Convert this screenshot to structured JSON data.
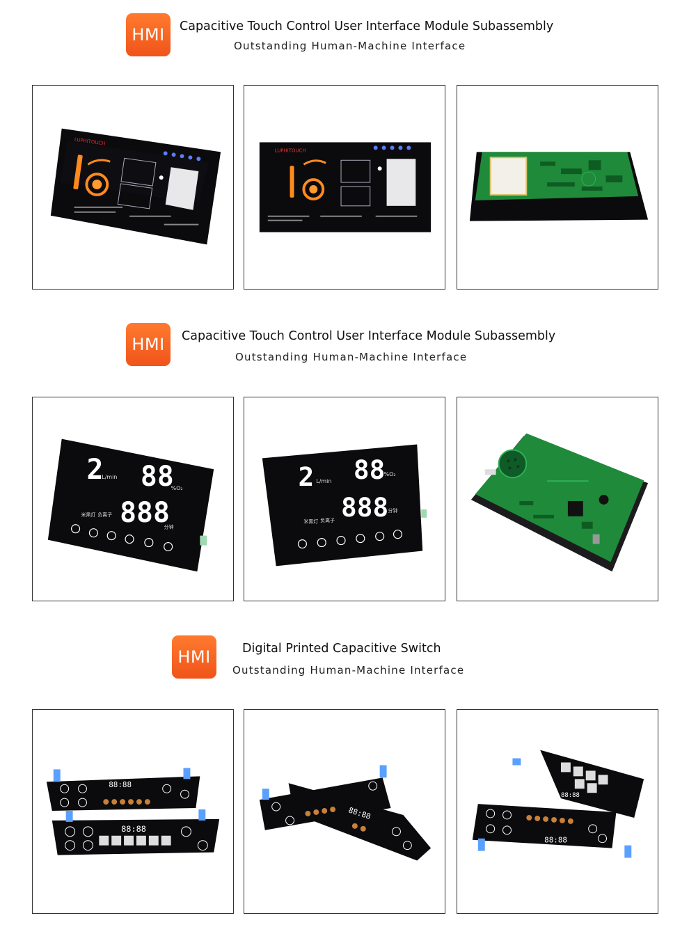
{
  "sections": [
    {
      "badge": "HMI",
      "title": "Capacitive Touch Control User Interface Module Subassembly",
      "subtitle": "Outstanding Human-Machine Interface",
      "images": [
        {
          "icon": "black-panel-with-led-ring-photo"
        },
        {
          "icon": "black-panel-front-photo"
        },
        {
          "icon": "green-pcb-back-photo"
        }
      ]
    },
    {
      "badge": "HMI",
      "title": "Capacitive Touch Control User Interface Module Subassembly",
      "subtitle": "Outstanding Human-Machine Interface",
      "images": [
        {
          "icon": "glass-display-panel-angled-photo"
        },
        {
          "icon": "glass-display-panel-front-photo"
        },
        {
          "icon": "green-pcb-assembly-photo"
        }
      ]
    },
    {
      "badge": "HMI",
      "title": "Digital Printed  Capacitive Switch",
      "subtitle": "Outstanding Human-Machine Interface",
      "images": [
        {
          "icon": "flexible-switch-strips-photo"
        },
        {
          "icon": "overlapping-switch-strips-photo"
        },
        {
          "icon": "stacked-switch-strips-photo"
        }
      ]
    }
  ],
  "panel_text": {
    "brand": "LUPHITOUCH",
    "digit_flow": "2",
    "digit_percent": "88",
    "digit_time": "888",
    "unit_flow": "L/min",
    "unit_percent": "%O₂",
    "unit_time": "分钟",
    "label_lamp": "米黑灯",
    "label_ion": "负离子",
    "strip_digits": "88:88"
  },
  "colors": {
    "badge": "#f0541a",
    "panel_black": "#0b0b0d",
    "pcb_green": "#1f8a3a",
    "led_orange": "#ff8a1e",
    "led_blue": "#5b7cff"
  }
}
